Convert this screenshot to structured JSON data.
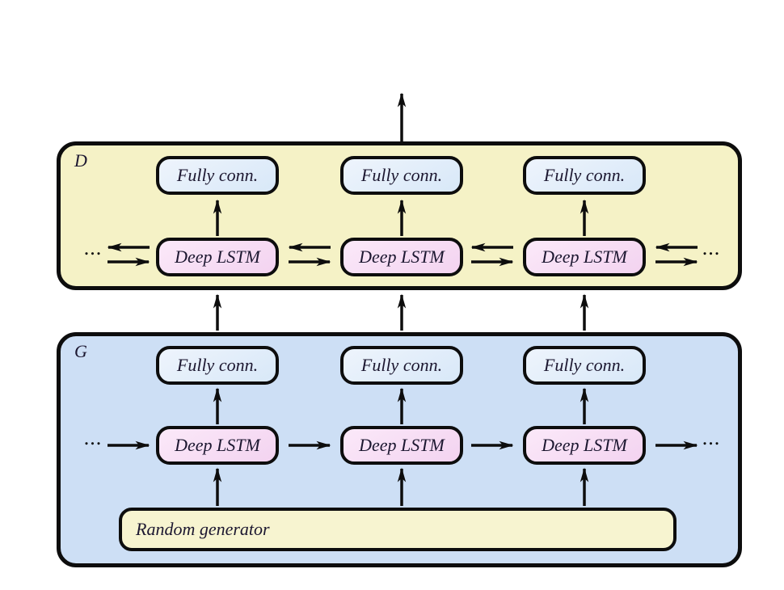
{
  "colors": {
    "canvas_bg": "#ffffff",
    "d_fill": "#f5f2c6",
    "g_fill": "#cddff5",
    "fc_fill_light": "#eef4fc",
    "fc_fill": "#d8e8f8",
    "lstm_fill_light": "#fbe9f9",
    "lstm_fill": "#f3d3f0",
    "rand_fill": "#f7f4d0",
    "stroke": "#0d0d0d",
    "text": "#1c1730"
  },
  "diagram": {
    "discriminator": {
      "label": "D",
      "ellipsis_left": "...",
      "ellipsis_right": "...",
      "columns": [
        {
          "fully_connected": "Fully conn.",
          "lstm": "Deep LSTM"
        },
        {
          "fully_connected": "Fully conn.",
          "lstm": "Deep LSTM"
        },
        {
          "fully_connected": "Fully conn.",
          "lstm": "Deep LSTM"
        }
      ]
    },
    "generator": {
      "label": "G",
      "ellipsis_left": "...",
      "ellipsis_right": "...",
      "random_generator_label": "Random generator",
      "columns": [
        {
          "fully_connected": "Fully conn.",
          "lstm": "Deep LSTM"
        },
        {
          "fully_connected": "Fully conn.",
          "lstm": "Deep LSTM"
        },
        {
          "fully_connected": "Fully conn.",
          "lstm": "Deep LSTM"
        }
      ]
    }
  }
}
